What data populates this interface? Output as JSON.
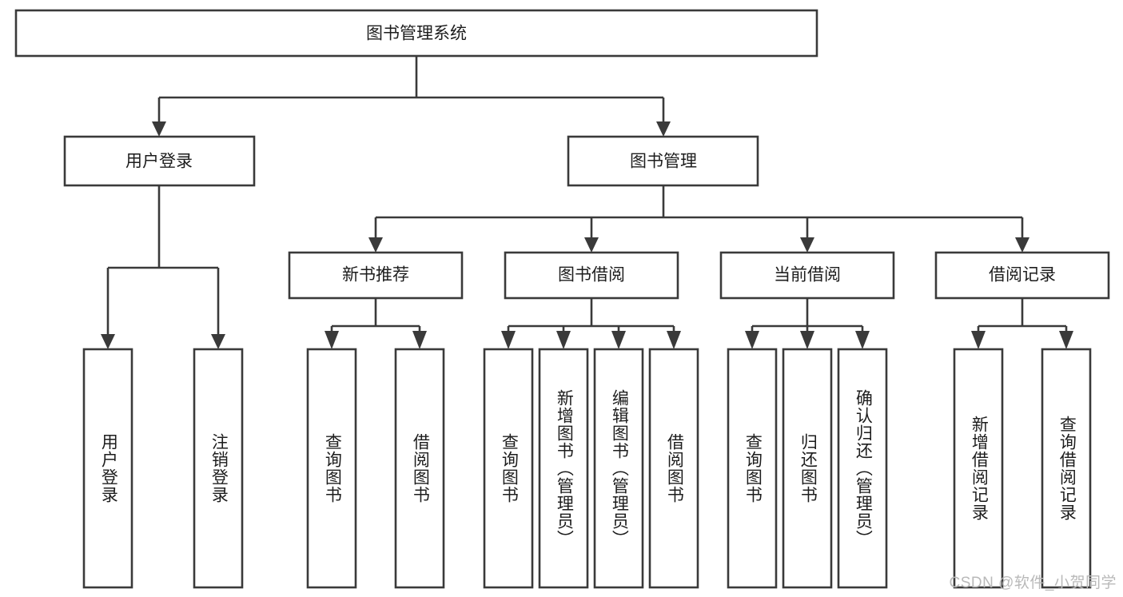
{
  "diagram": {
    "title": "图书管理系统",
    "type": "hierarchy-tree",
    "root": {
      "id": "root",
      "label": "图书管理系统",
      "orientation": "horizontal"
    },
    "level2": [
      {
        "id": "user-login",
        "label": "用户登录",
        "orientation": "horizontal"
      },
      {
        "id": "book-management",
        "label": "图书管理",
        "orientation": "horizontal"
      }
    ],
    "level3": [
      {
        "id": "new-book-recommend",
        "label": "新书推荐",
        "orientation": "horizontal",
        "parent": "book-management"
      },
      {
        "id": "book-borrow",
        "label": "图书借阅",
        "orientation": "horizontal",
        "parent": "book-management"
      },
      {
        "id": "current-borrow",
        "label": "当前借阅",
        "orientation": "horizontal",
        "parent": "book-management"
      },
      {
        "id": "borrow-record",
        "label": "借阅记录",
        "orientation": "horizontal",
        "parent": "book-management"
      }
    ],
    "leaves": [
      {
        "id": "leaf-user-login",
        "label": "用户登录",
        "orientation": "vertical",
        "parent": "user-login"
      },
      {
        "id": "leaf-user-logout",
        "label": "注销登录",
        "orientation": "vertical",
        "parent": "user-login"
      },
      {
        "id": "leaf-query-book-1",
        "label": "查询图书",
        "orientation": "vertical",
        "parent": "new-book-recommend"
      },
      {
        "id": "leaf-borrow-book-1",
        "label": "借阅图书",
        "orientation": "vertical",
        "parent": "new-book-recommend"
      },
      {
        "id": "leaf-query-book-2",
        "label": "查询图书",
        "orientation": "vertical",
        "parent": "book-borrow"
      },
      {
        "id": "leaf-add-book",
        "label": "新增图书（管理员）",
        "orientation": "vertical",
        "parent": "book-borrow"
      },
      {
        "id": "leaf-edit-book",
        "label": "编辑图书（管理员）",
        "orientation": "vertical",
        "parent": "book-borrow"
      },
      {
        "id": "leaf-borrow-book-2",
        "label": "借阅图书",
        "orientation": "vertical",
        "parent": "book-borrow"
      },
      {
        "id": "leaf-query-book-3",
        "label": "查询图书",
        "orientation": "vertical",
        "parent": "current-borrow"
      },
      {
        "id": "leaf-return-book",
        "label": "归还图书",
        "orientation": "vertical",
        "parent": "current-borrow"
      },
      {
        "id": "leaf-confirm-return",
        "label": "确认归还（管理员）",
        "orientation": "vertical",
        "parent": "current-borrow"
      },
      {
        "id": "leaf-add-record",
        "label": "新增借阅记录",
        "orientation": "vertical",
        "parent": "borrow-record"
      },
      {
        "id": "leaf-query-record",
        "label": "查询借阅记录",
        "orientation": "vertical",
        "parent": "borrow-record"
      }
    ],
    "colors": {
      "box_stroke": "#3a3a3a",
      "box_fill": "#ffffff",
      "text": "#1d1d1d",
      "connector": "#3a3a3a",
      "background": "#ffffff",
      "watermark": "#b9b9b9"
    }
  },
  "watermark": {
    "text": "CSDN @软件_小贺同学"
  }
}
